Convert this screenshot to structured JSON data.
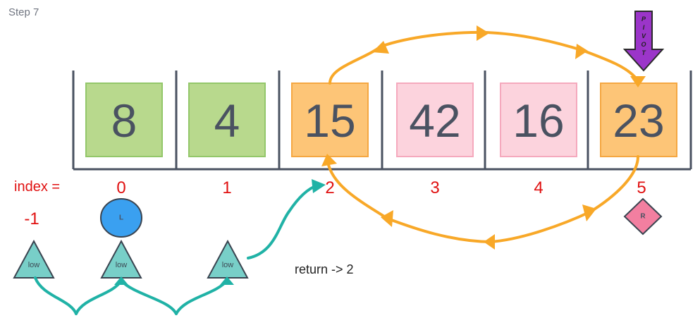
{
  "step_label": "Step 7",
  "array": {
    "cells": [
      {
        "value": "8",
        "fill": "#b8d98d",
        "stroke": "#93c76a"
      },
      {
        "value": "4",
        "fill": "#b8d98d",
        "stroke": "#93c76a"
      },
      {
        "value": "15",
        "fill": "#fdc577",
        "stroke": "#f5a742"
      },
      {
        "value": "42",
        "fill": "#fcd3dd",
        "stroke": "#f5a9bd"
      },
      {
        "value": "16",
        "fill": "#fcd3dd",
        "stroke": "#f5a9bd"
      },
      {
        "value": "23",
        "fill": "#fdc577",
        "stroke": "#f5a742"
      }
    ],
    "indices": [
      "0",
      "1",
      "2",
      "3",
      "4",
      "5"
    ]
  },
  "index_label": "index =",
  "index_value": "-1",
  "left_marker": "L",
  "right_marker": "R",
  "low_label": "low",
  "return_text": "return -> 2",
  "pivot_letters": [
    "P",
    "I",
    "V",
    "O",
    "T"
  ],
  "colors": {
    "swap_arrow": "#f8a828",
    "teal": "#20b2a6",
    "low_triangle": "#78cfc8",
    "left_marker": "#3aa0f0",
    "right_marker": "#f27fa0",
    "pivot": "#9b35c9",
    "index_red": "#e01010"
  }
}
